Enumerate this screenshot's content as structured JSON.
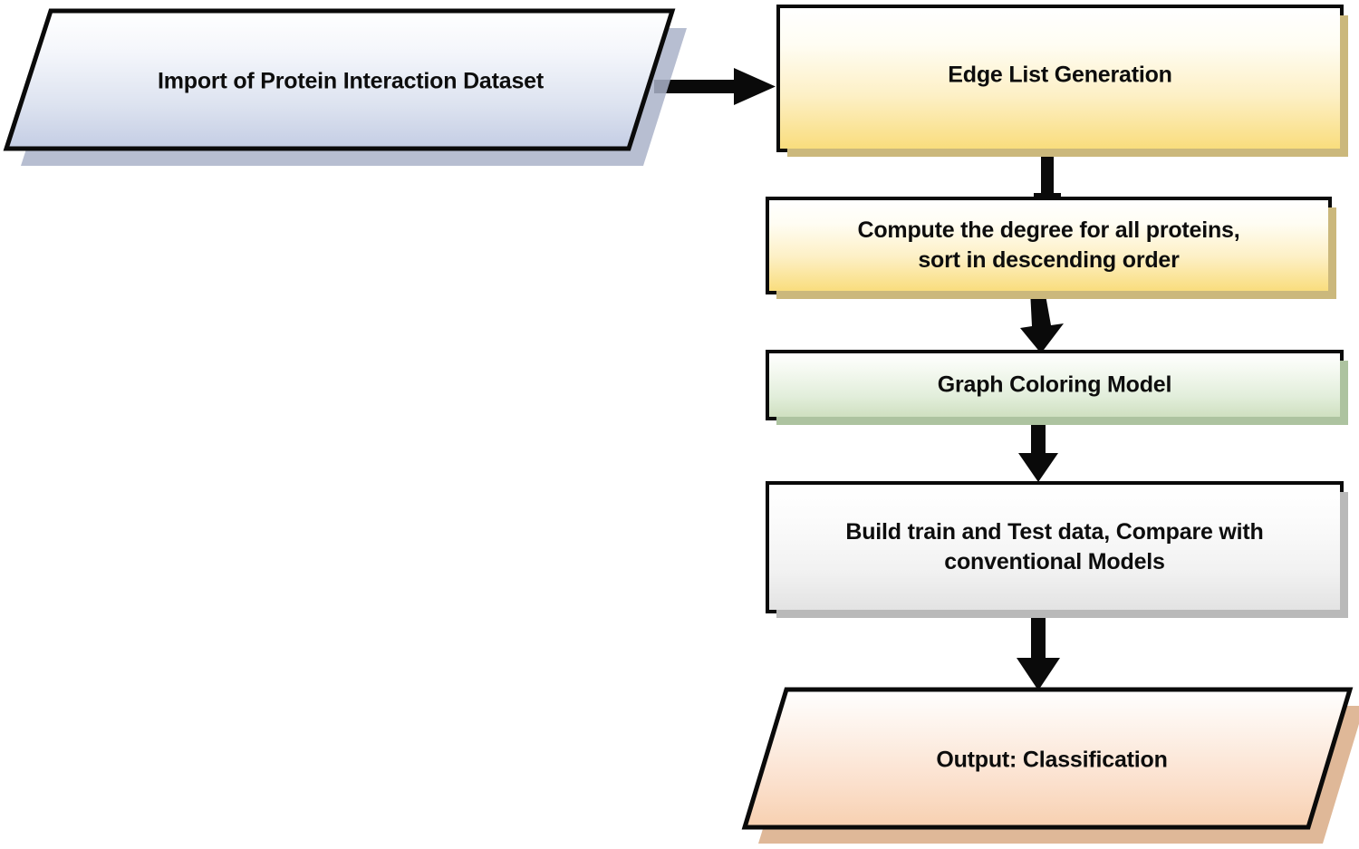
{
  "diagram": {
    "title": "Protein Interaction Graph Coloring Classification Workflow",
    "type": "flowchart",
    "orientation": "left-to-right then top-to-bottom",
    "background_color": "#ffffff",
    "text_color": "#0d0d0d",
    "outline_color": "#0a0a0a"
  },
  "nodes": [
    {
      "id": "import-dataset",
      "label": "Import of Protein Interaction Dataset",
      "shape": "parallelogram",
      "role": "input",
      "fill_top": "#ffffff",
      "fill_bottom": "#c4cde4",
      "shadow_color": "#aab3c9"
    },
    {
      "id": "edge-list-generation",
      "label": "Edge List Generation",
      "shape": "rectangle",
      "role": "process",
      "fill_top": "#ffffff",
      "fill_bottom": "#f9dd7d",
      "shadow_color": "#cbb87c"
    },
    {
      "id": "compute-degree",
      "label": "Compute the degree for all proteins,\nsort in descending order",
      "shape": "rectangle",
      "role": "process",
      "fill_top": "#ffffff",
      "fill_bottom": "#f9dd7d",
      "shadow_color": "#cbb87c"
    },
    {
      "id": "graph-coloring-model",
      "label": "Graph Coloring Model",
      "shape": "rectangle",
      "role": "process",
      "fill_top": "#ffffff",
      "fill_bottom": "#cfe0c0",
      "shadow_color": "#adc3a0"
    },
    {
      "id": "build-train-test",
      "label": "Build train and Test data, Compare with\nconventional Models",
      "shape": "rectangle",
      "role": "process",
      "fill_top": "#ffffff",
      "fill_bottom": "#e3e3e3",
      "shadow_color": "#b9b9b9"
    },
    {
      "id": "output-classification",
      "label": "Output: Classification",
      "shape": "parallelogram",
      "role": "output",
      "fill_top": "#ffffff",
      "fill_bottom": "#f7d0b0",
      "shadow_color": "#d9ab86"
    }
  ],
  "connectors": [
    {
      "id": "c1",
      "from": "import-dataset",
      "to": "edge-list-generation",
      "direction": "right",
      "arrowhead": true
    },
    {
      "id": "c2",
      "from": "edge-list-generation",
      "to": "compute-degree",
      "direction": "down",
      "arrowhead": false
    },
    {
      "id": "c3",
      "from": "compute-degree",
      "to": "graph-coloring-model",
      "direction": "down",
      "arrowhead": true
    },
    {
      "id": "c4",
      "from": "graph-coloring-model",
      "to": "build-train-test",
      "direction": "down",
      "arrowhead": true
    },
    {
      "id": "c5",
      "from": "build-train-test",
      "to": "output-classification",
      "direction": "down",
      "arrowhead": true
    }
  ]
}
